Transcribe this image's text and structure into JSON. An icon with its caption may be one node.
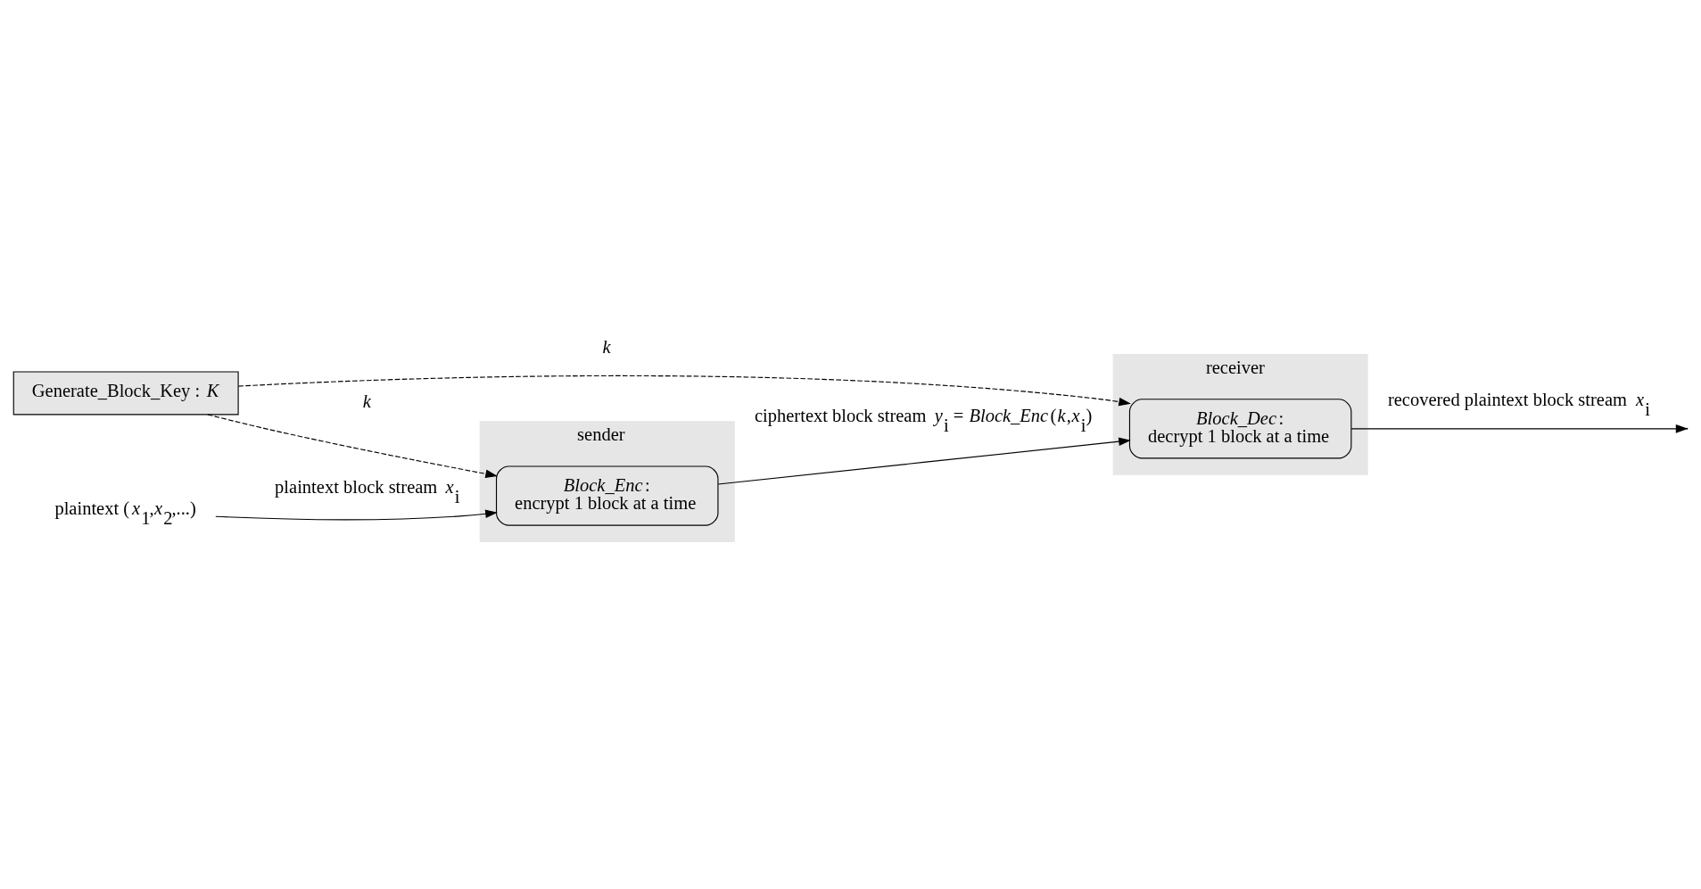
{
  "diagram": {
    "nodes": [
      {
        "text": [
          "sender"
        ]
      },
      {
        "text": [
          "*Block_Enc*:",
          "encrypt 1 block at a time"
        ],
        "in": 0
      },
      {
        "text": [
          "receiver"
        ]
      },
      {
        "text": [
          "*Block_Dec*:",
          "decrypt 1 block at a time"
        ],
        "in": 2
      },
      {
        "text": [
          "plaintext (*x*$_{1}$,*x*$_{2}$,...)"
        ]
      },
      {
        "text": [
          "Generate_Block_Key : *K*"
        ]
      }
    ],
    "edges": [
      {
        "from": 4,
        "to": 1,
        "arrow": "to",
        "label": "plaintext block stream *x*$_{i}$"
      },
      {
        "from": 1,
        "to": 3,
        "arrow": "to",
        "label": "ciphertext block stream *y*$_{i}$ = *Block_Enc*(*k*,*x*$_{i}$)"
      },
      {
        "from": 3,
        "to": null,
        "arrow": "to",
        "label": "recovered plaintext block stream *x*$_{i}$"
      },
      {
        "from": 5,
        "to": 1,
        "arrow": "to",
        "label": "*k*",
        "style": "dashed"
      },
      {
        "from": 5,
        "to": 3,
        "arrow": "to",
        "label": "*k*",
        "style": "dashed"
      }
    ]
  }
}
